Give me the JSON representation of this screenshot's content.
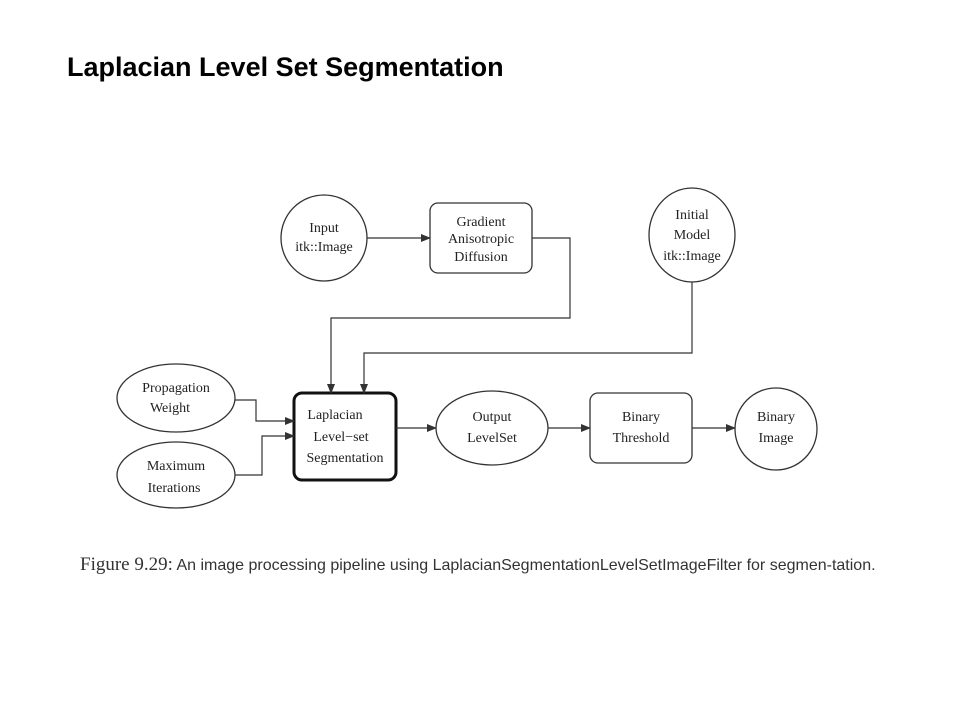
{
  "slide": {
    "title": "Laplacian Level Set Segmentation"
  },
  "diagram": {
    "nodes": {
      "input": [
        "Input",
        "itk::Image"
      ],
      "gradient": [
        "Gradient",
        "Anisotropic",
        "Diffusion"
      ],
      "initial": [
        "Initial",
        "Model",
        "itk::Image"
      ],
      "propagation": [
        "Propagation",
        "Weight"
      ],
      "maximum": [
        "Maximum",
        "Iterations"
      ],
      "laplacian": [
        "Laplacian",
        "Level−set",
        "Segmentation"
      ],
      "output": [
        "Output",
        "LevelSet"
      ],
      "threshold": [
        "Binary",
        "Threshold"
      ],
      "binary_image": [
        "Binary",
        "Image"
      ]
    }
  },
  "caption": {
    "label": "Figure 9.29:",
    "text": "An image processing pipeline using LaplacianSegmentationLevelSetImageFilter for segmen-tation."
  }
}
